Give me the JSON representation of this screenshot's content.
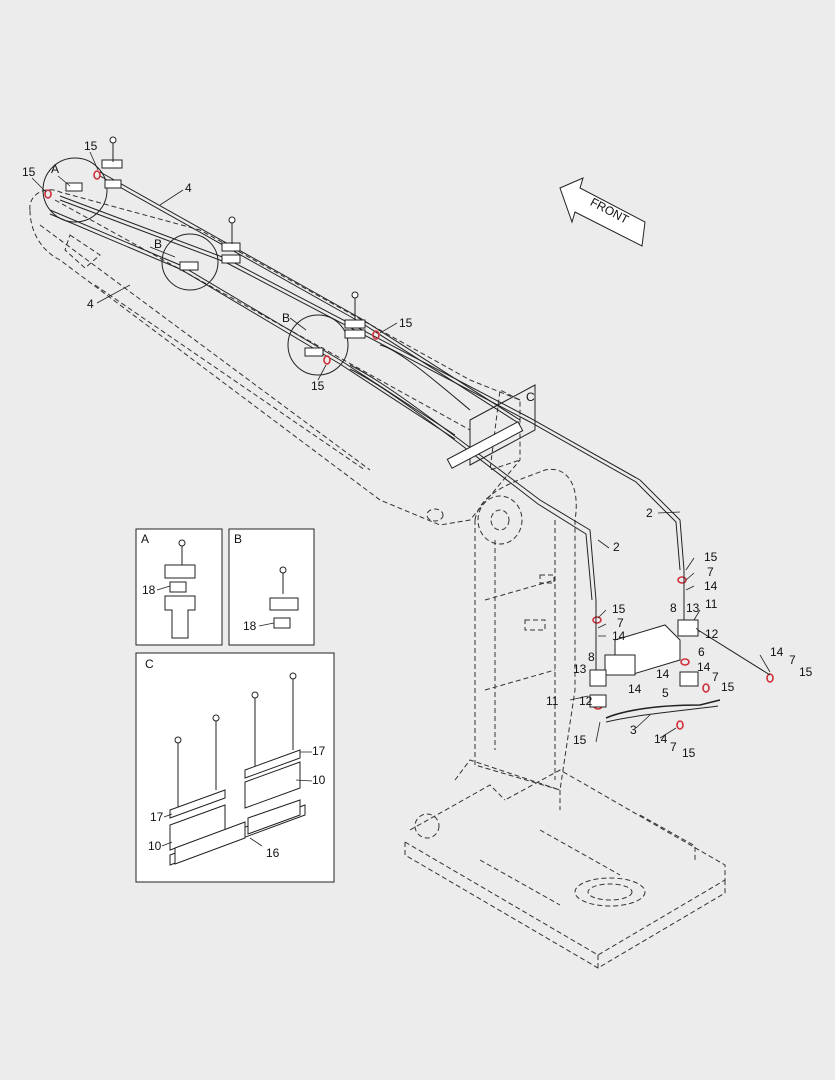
{
  "front_label": "FRONT",
  "detail_titles": {
    "a": "A",
    "b": "B",
    "c": "C"
  },
  "callouts": {
    "main_A": "A",
    "main_B_1": "B",
    "main_B_2": "B",
    "main_C": "C",
    "n15_a": "15",
    "n15_b": "15",
    "n4_a": "4",
    "n4_b": "4",
    "n15_c": "15",
    "n15_d": "15",
    "n2_a": "2",
    "n2_b": "2",
    "n15_e": "15",
    "n7_a": "7",
    "n14_a": "14",
    "n8_a": "8",
    "n13_a": "13",
    "n11_a": "11",
    "n12_a": "12",
    "n14_b": "14",
    "n7_b": "7",
    "n15_f": "15",
    "n15_g": "15",
    "n7_c": "7",
    "n14_c": "14",
    "n6": "6",
    "n14_d": "14",
    "n7_d": "7",
    "n15_h": "15",
    "n5": "5",
    "n14_e": "14",
    "n13_b": "13",
    "n8_b": "8",
    "n14_f": "14",
    "n11_b": "11",
    "n12_b": "12",
    "n15_i": "15",
    "n3": "3",
    "n14_g": "14",
    "n7_e": "7",
    "n15_j": "15",
    "dA_18": "18",
    "dB_18": "18",
    "dC_17_a": "17",
    "dC_10_a": "10",
    "dC_17_b": "17",
    "dC_10_b": "10",
    "dC_16": "16"
  }
}
